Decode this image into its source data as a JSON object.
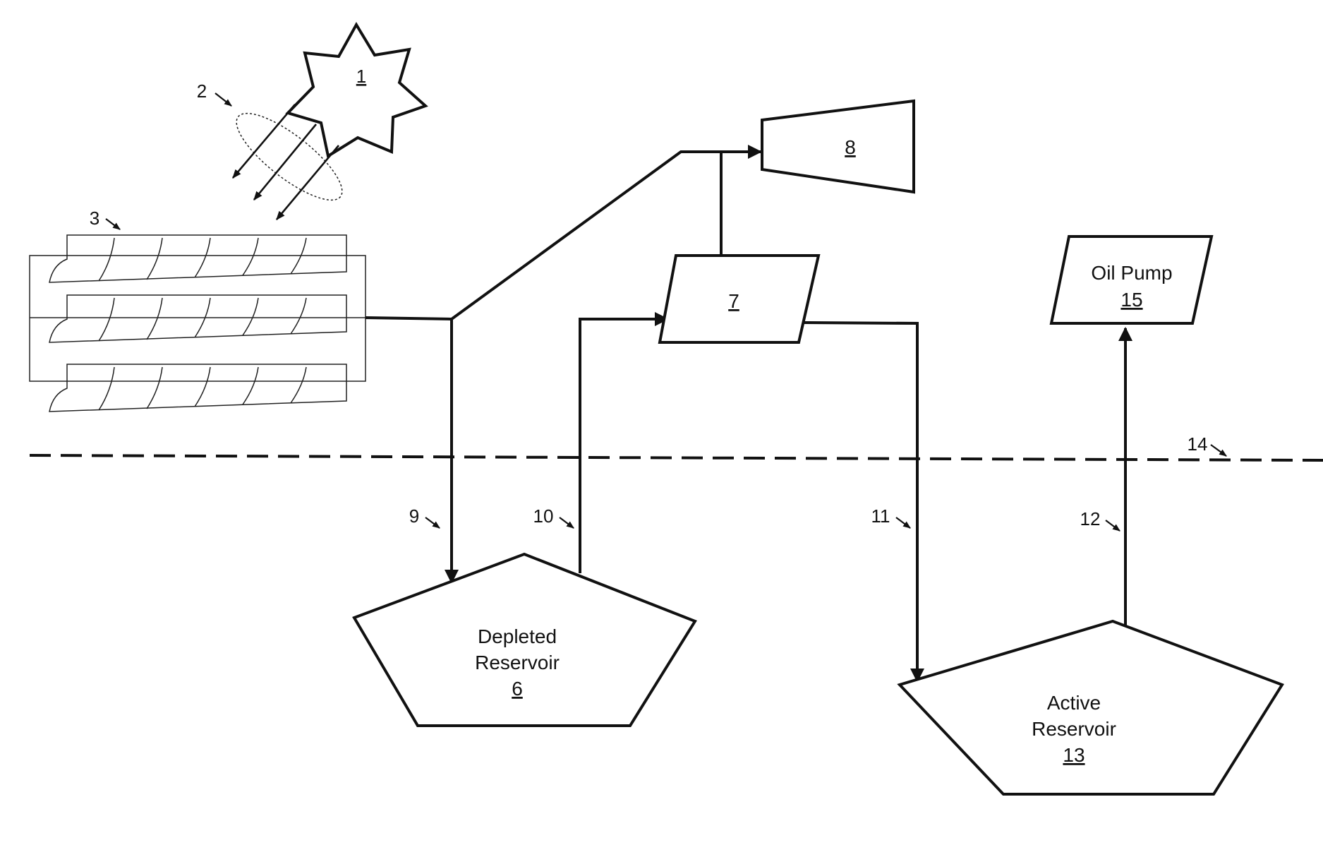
{
  "components": {
    "sun": {
      "ref": "1"
    },
    "sunlight": {
      "ref": "2"
    },
    "collectors": {
      "ref": "3"
    },
    "unit_7": {
      "ref": "7"
    },
    "unit_8": {
      "ref": "8"
    },
    "depleted_reservoir": {
      "line1": "Depleted",
      "line2": "Reservoir",
      "ref": "6"
    },
    "active_reservoir": {
      "line1": "Active",
      "line2": "Reservoir",
      "ref": "13"
    },
    "oil_pump": {
      "line1": "Oil Pump",
      "ref": "15"
    }
  },
  "flow_labels": {
    "line_9": "9",
    "line_10": "10",
    "line_11": "11",
    "line_12": "12",
    "ground_14": "14"
  }
}
